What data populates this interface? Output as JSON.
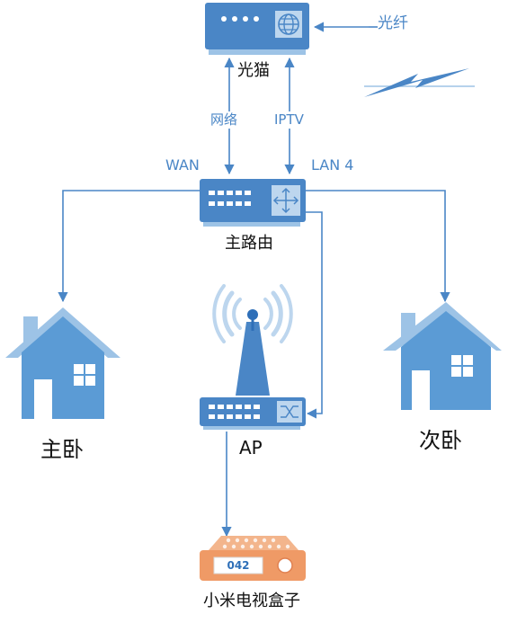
{
  "colors": {
    "line": "#4a86c6",
    "device": "#4a86c6",
    "device_light": "#bdd6ee",
    "house": "#5b9bd5",
    "house_roof": "#9dc3e6",
    "stb": "#f0a070"
  },
  "nodes": {
    "modem": {
      "label": "光猫",
      "icon": "modem-icon"
    },
    "router": {
      "label": "主路由",
      "icon": "router-icon"
    },
    "ap": {
      "label": "AP",
      "icon": "access-point-icon"
    },
    "stb": {
      "label": "小米电视盒子",
      "icon": "set-top-box-icon",
      "display": "042"
    },
    "master_bedroom": {
      "label": "主卧",
      "icon": "house-icon"
    },
    "second_bedroom": {
      "label": "次卧",
      "icon": "house-icon"
    }
  },
  "links": {
    "fiber": "光纤",
    "network": "网络",
    "iptv": "IPTV",
    "wan": "WAN",
    "lan4": "LAN 4"
  }
}
